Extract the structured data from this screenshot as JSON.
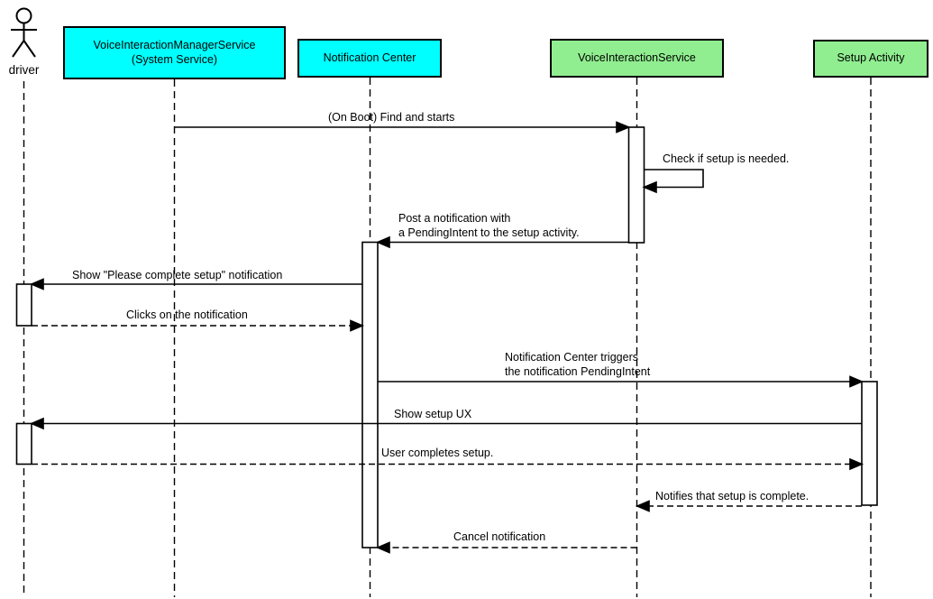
{
  "diagram": {
    "actor": {
      "label": "driver"
    },
    "participants": [
      {
        "label": "VoiceInteractionManagerService\n(System Service)",
        "fill": "#00ffff"
      },
      {
        "label": "Notification Center",
        "fill": "#00ffff"
      },
      {
        "label": "VoiceInteractionService",
        "fill": "#90ee90"
      },
      {
        "label": "Setup Activity",
        "fill": "#90ee90"
      }
    ],
    "messages": [
      {
        "label": "(On Boot) Find and starts",
        "from": "VoiceInteractionManagerService (System Service)",
        "to": "VoiceInteractionService",
        "line": "solid"
      },
      {
        "label": "Check if setup is needed.",
        "from": "VoiceInteractionService",
        "to": "VoiceInteractionService",
        "line": "solid"
      },
      {
        "label": "Post a notification with\na PendingIntent to the setup activity.",
        "from": "VoiceInteractionService",
        "to": "Notification Center",
        "line": "solid"
      },
      {
        "label": "Show \"Please complete setup\" notification",
        "from": "Notification Center",
        "to": "driver",
        "line": "solid"
      },
      {
        "label": "Clicks on the notification",
        "from": "driver",
        "to": "Notification Center",
        "line": "dashed"
      },
      {
        "label": "Notification Center triggers\nthe notification PendingIntent",
        "from": "Notification Center",
        "to": "Setup Activity",
        "line": "solid"
      },
      {
        "label": "Show setup UX",
        "from": "Setup Activity",
        "to": "driver",
        "line": "solid"
      },
      {
        "label": "User completes setup.",
        "from": "driver",
        "to": "Setup Activity",
        "line": "dashed"
      },
      {
        "label": "Notifies that setup is complete.",
        "from": "Setup Activity",
        "to": "VoiceInteractionService",
        "line": "dashed"
      },
      {
        "label": "Cancel notification",
        "from": "VoiceInteractionService",
        "to": "Notification Center",
        "line": "dashed"
      }
    ],
    "colors": {
      "participant_cyan": "#00ffff",
      "participant_green": "#90ee90",
      "line": "#000000",
      "background": "#ffffff"
    }
  }
}
